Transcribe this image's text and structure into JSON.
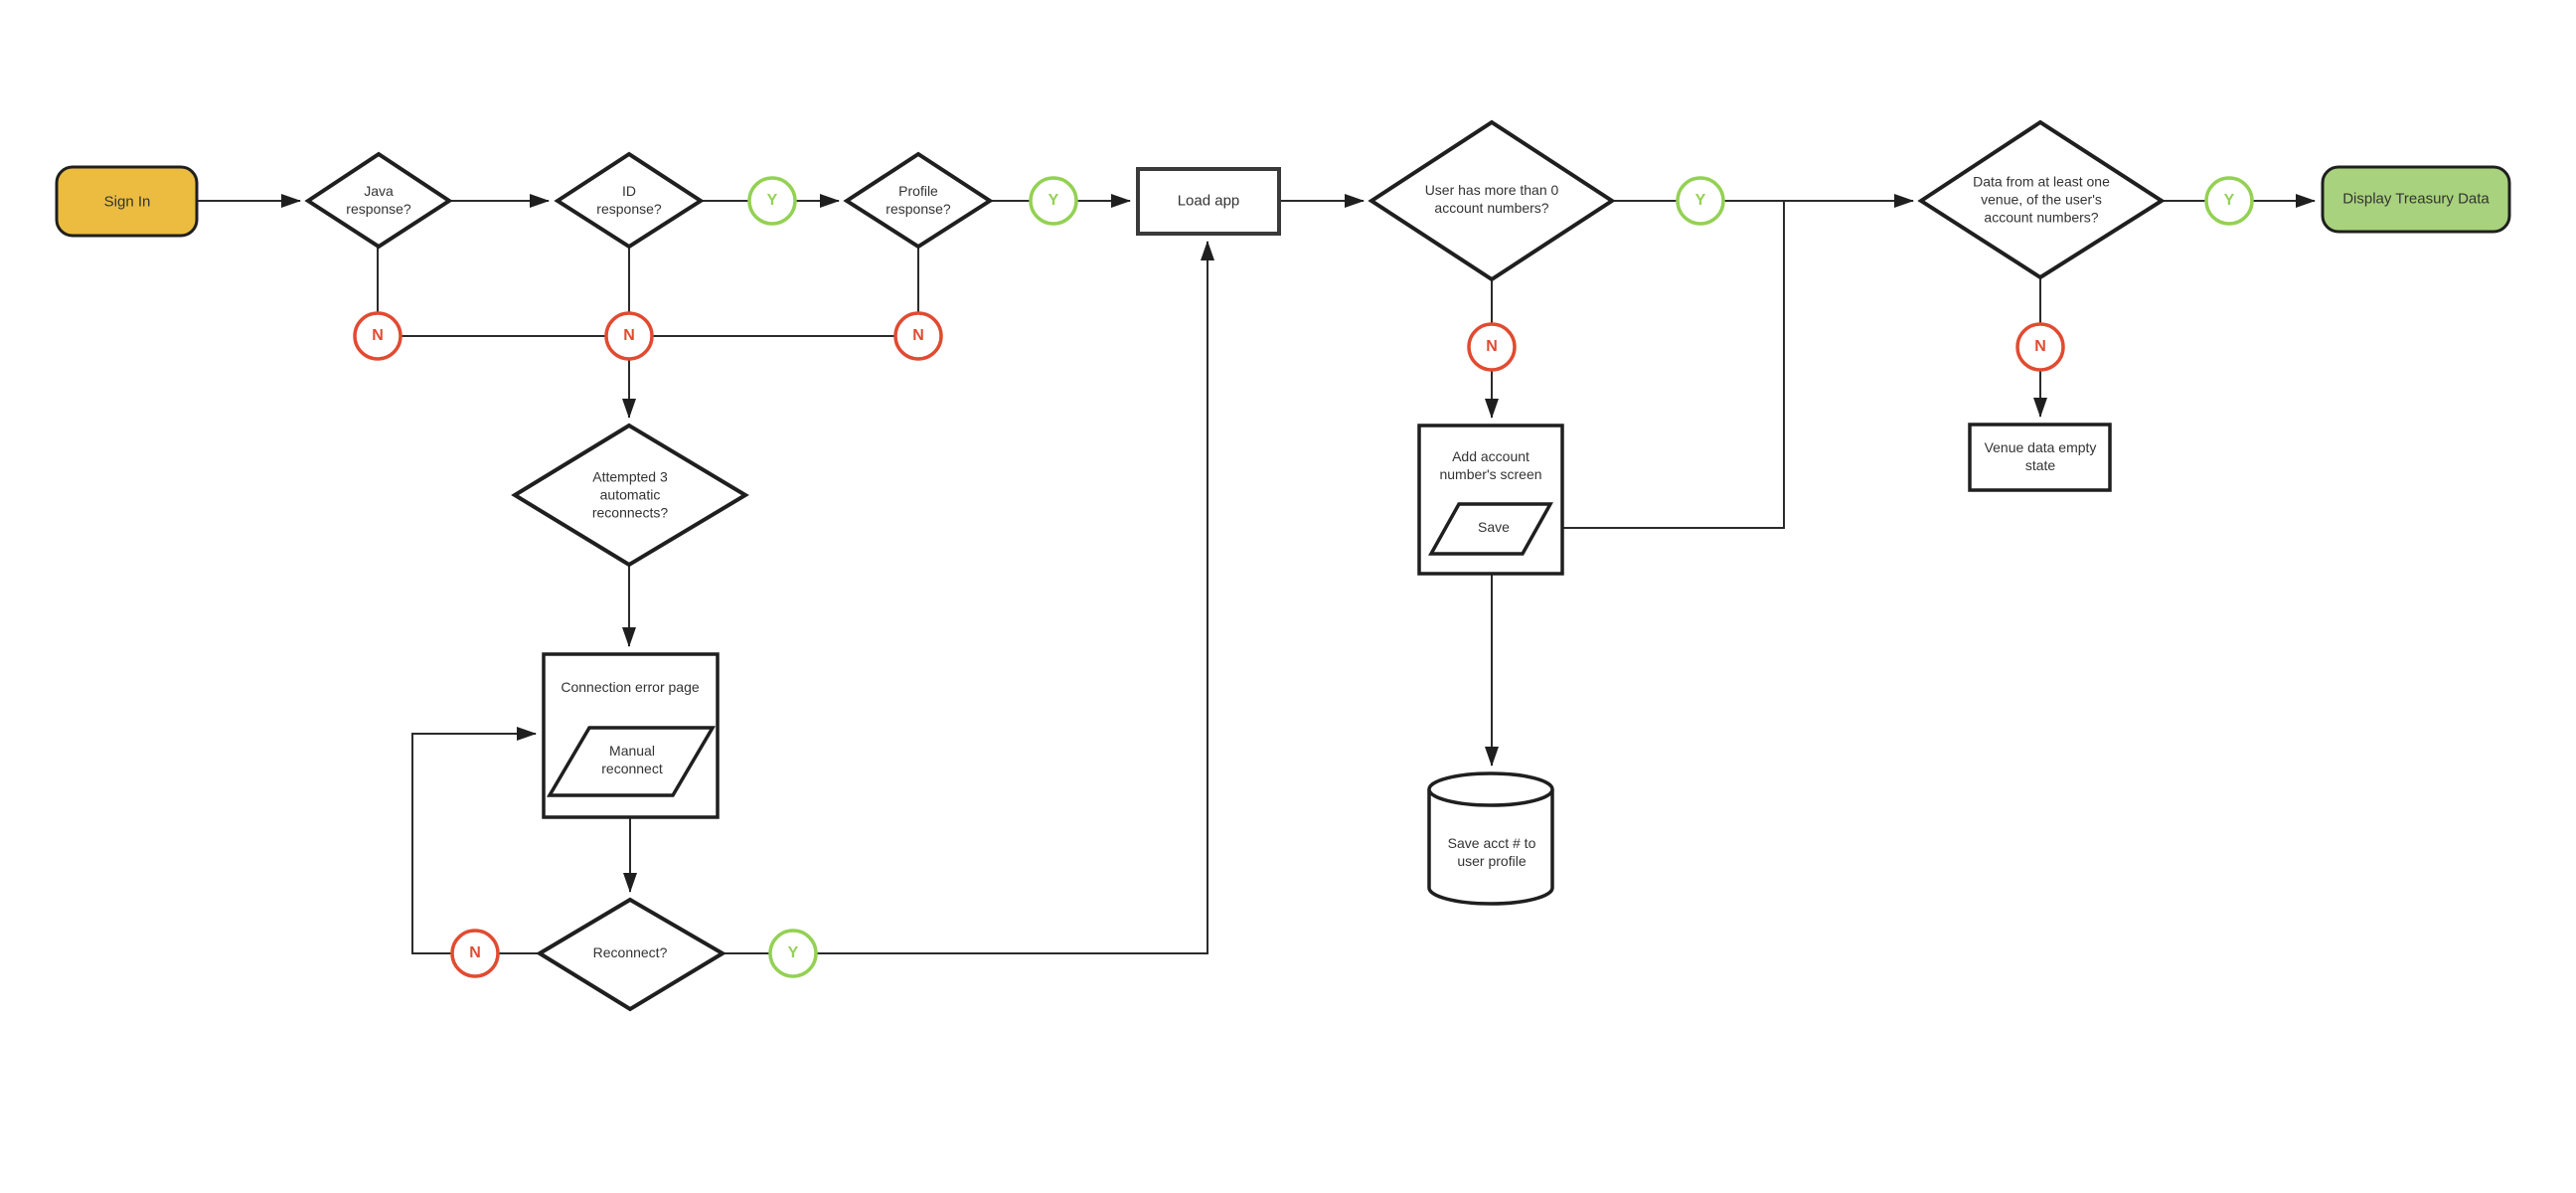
{
  "title": "Sign-in and treasury data flowchart",
  "colors": {
    "start_node_fill": "#EBBC40",
    "end_node_fill": "#A8D27D",
    "yes_badge": "#93D153",
    "no_badge": "#E14B31",
    "line": "#2b2b2b",
    "shape_border": "#1f1f1f"
  },
  "badges": {
    "yes": "Y",
    "no": "N"
  },
  "nodes": {
    "sign_in": {
      "label": "Sign In",
      "type": "start"
    },
    "java_response": {
      "label": "Java response?",
      "type": "decision"
    },
    "id_response": {
      "label": "ID response?",
      "type": "decision"
    },
    "profile_response": {
      "label": "Profile response?",
      "type": "decision"
    },
    "load_app": {
      "label": "Load app",
      "type": "process"
    },
    "user_accounts": {
      "label": "User has more than 0 account numbers?",
      "type": "decision"
    },
    "data_venue": {
      "label": "Data from at least one venue, of the user's account numbers?",
      "type": "decision"
    },
    "display_treasury": {
      "label": "Display Treasury Data",
      "type": "end"
    },
    "attempted_reconnects": {
      "label": "Attempted 3 automatic reconnects?",
      "type": "decision"
    },
    "connection_error": {
      "label": "Connection error page",
      "type": "process"
    },
    "manual_reconnect": {
      "label": "Manual reconnect",
      "type": "input"
    },
    "reconnect": {
      "label": "Reconnect?",
      "type": "decision"
    },
    "add_account": {
      "label": "Add account number's screen",
      "type": "process"
    },
    "save": {
      "label": "Save",
      "type": "input"
    },
    "save_acct": {
      "label": "Save acct # to user profile",
      "type": "database"
    },
    "venue_empty": {
      "label": "Venue data empty state",
      "type": "process"
    }
  }
}
